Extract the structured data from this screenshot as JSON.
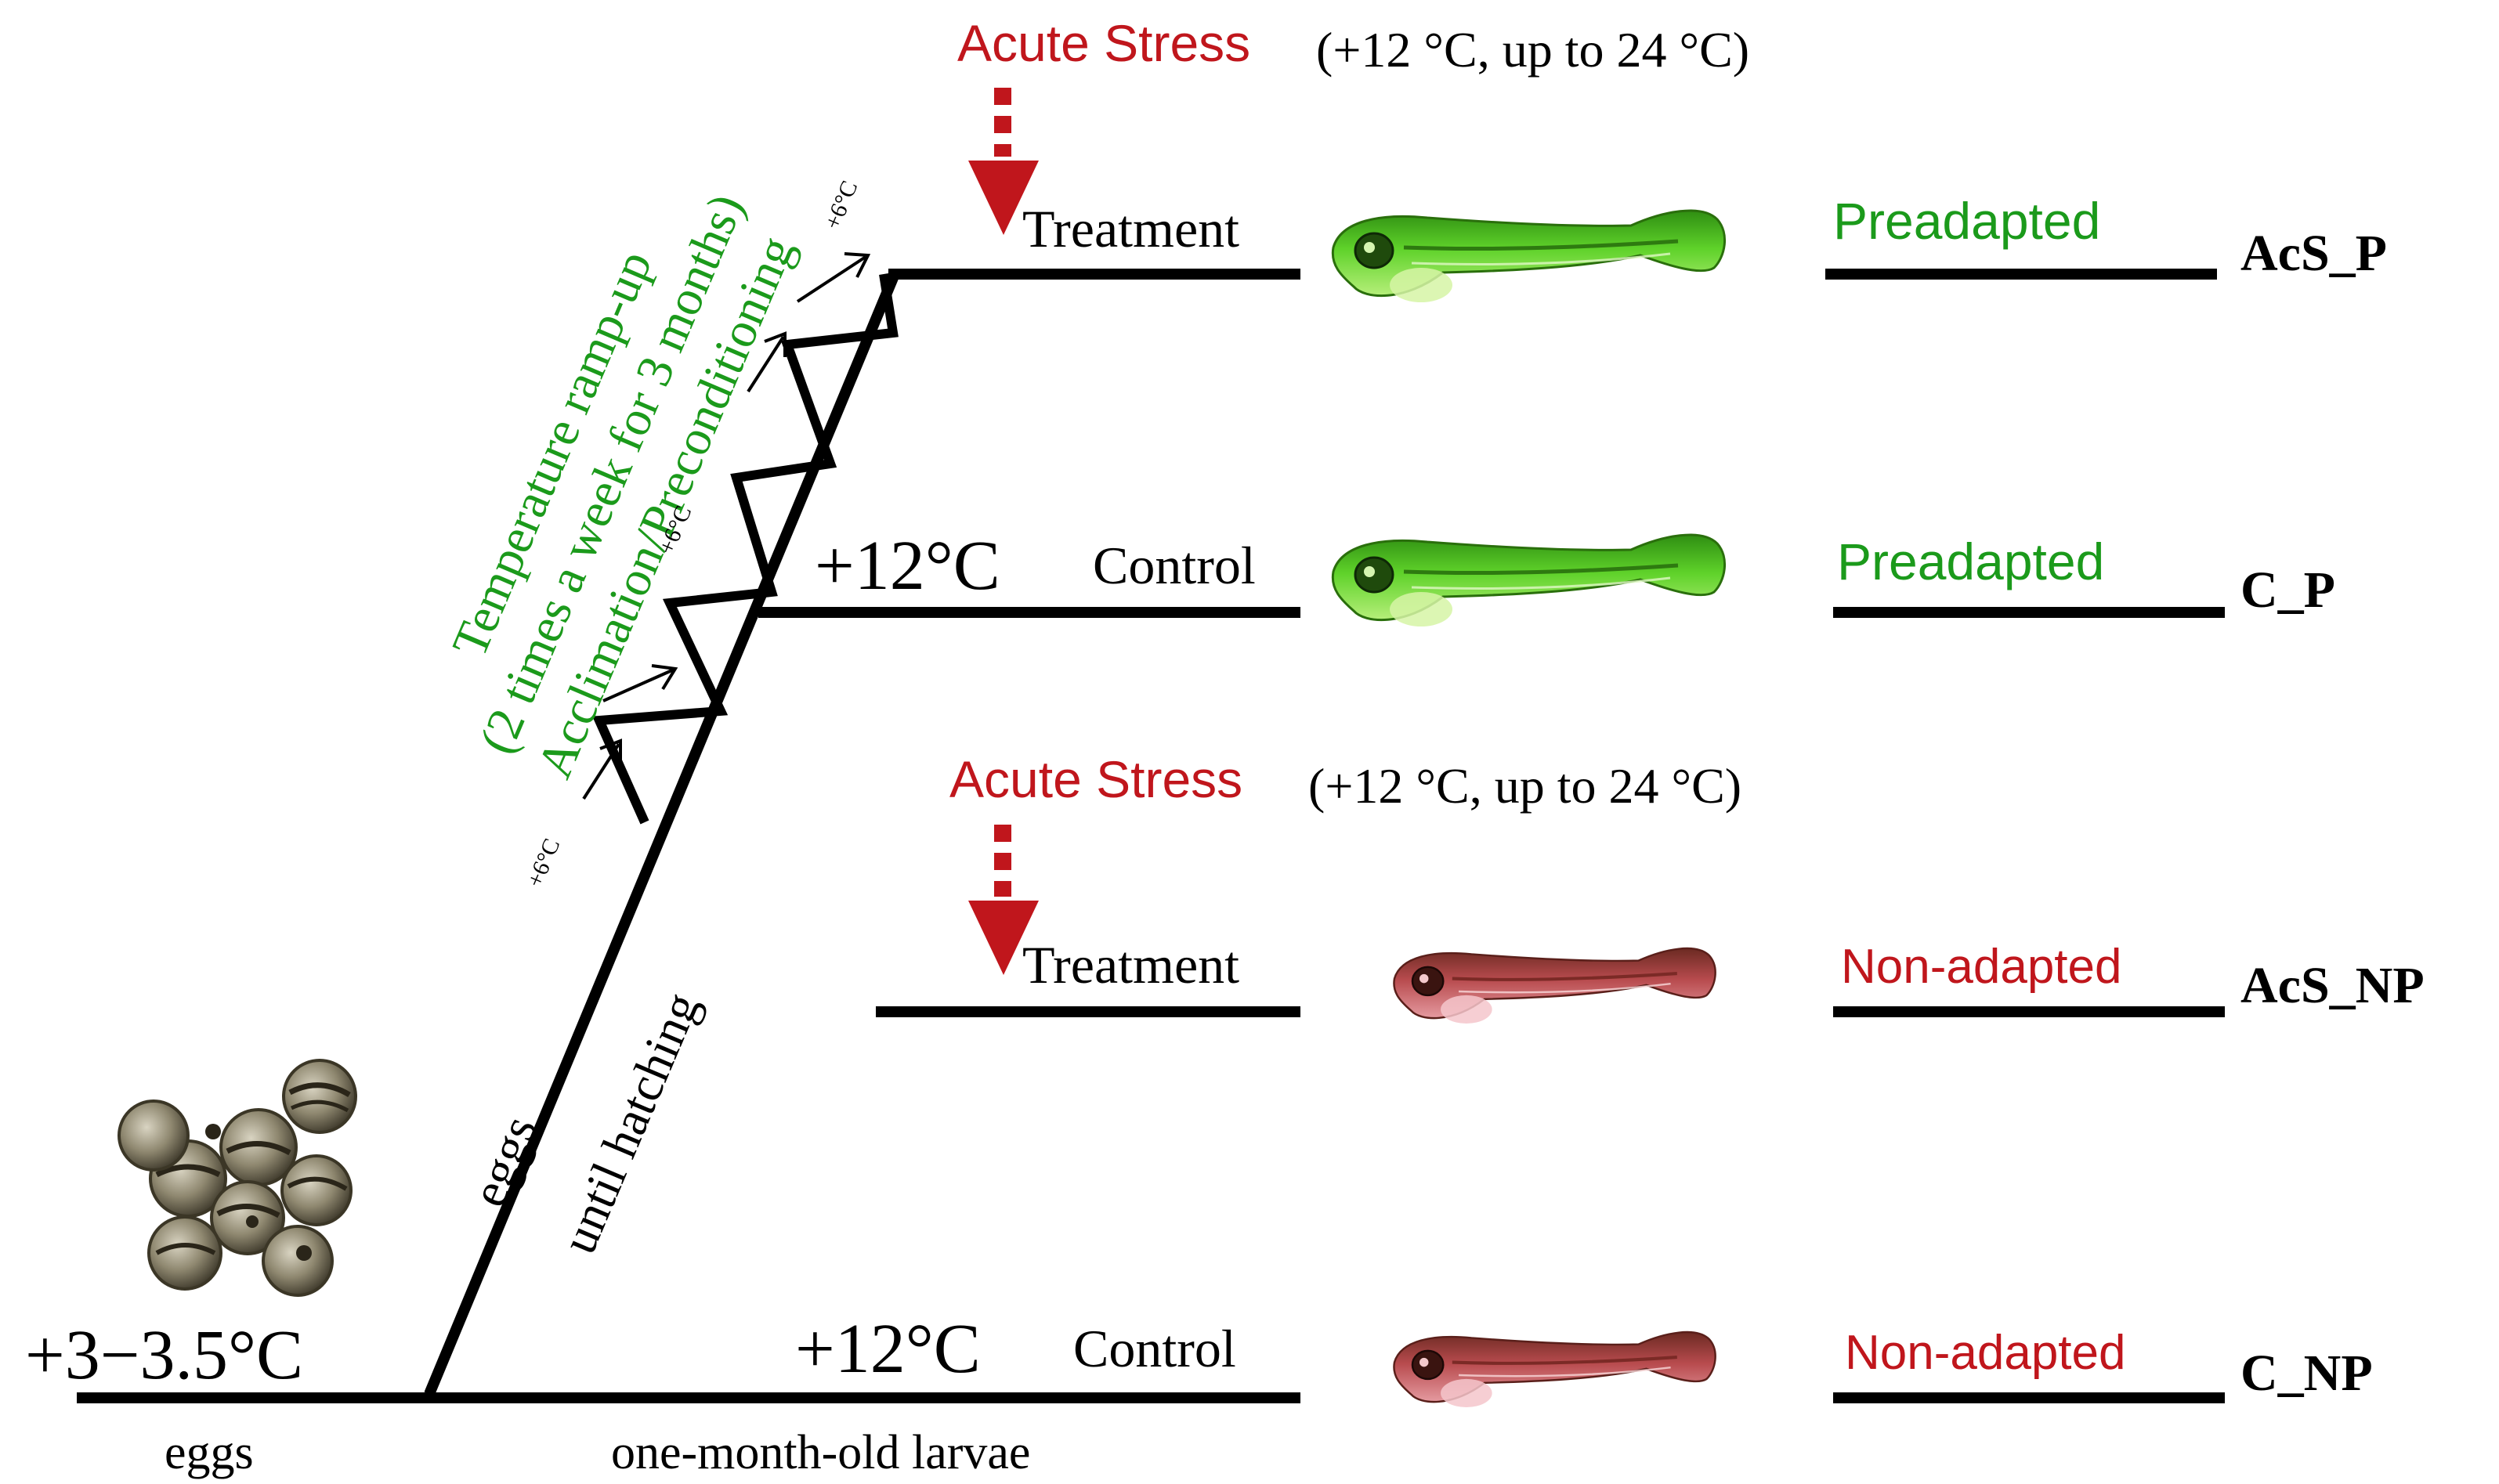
{
  "colors": {
    "line": "#000000",
    "stress_red": "#c0161c",
    "adapted_green": "#1b9a1b",
    "nonadapted_red": "#c0161c",
    "fish_green": "#3fbf1a",
    "fish_red": "#b8434a",
    "egg": "#8a836c"
  },
  "left": {
    "start_temp": "+3−3.5°C",
    "eggs_label": "eggs",
    "larvae_label": "one-month-old larvae",
    "diag_eggs": "eggs",
    "diag_until": "until hatching"
  },
  "ramp": {
    "line1": "Temperature ramp-up",
    "line2": "(2 times a week for 3 months)",
    "line3": "Acclimation/Preconditioning",
    "step_label": "+6°C"
  },
  "stress": {
    "label": "Acute Stress",
    "detail": "(+12 °C, up to 24 °C)"
  },
  "branches": {
    "treatment": "Treatment",
    "control": "Control",
    "control_temp": "+12°C"
  },
  "status": {
    "preadapted": "Preadapted",
    "nonadapted": "Non-adapted"
  },
  "groups": {
    "acs_p": "AcS_P",
    "c_p": "C_P",
    "acs_np": "AcS_NP",
    "c_np": "C_NP"
  },
  "icons": {
    "eggs": "zebrafish-eggs-icon",
    "larva_green": "larva-green-icon",
    "larva_red": "larva-red-icon",
    "arrow": "down-arrow-icon"
  }
}
